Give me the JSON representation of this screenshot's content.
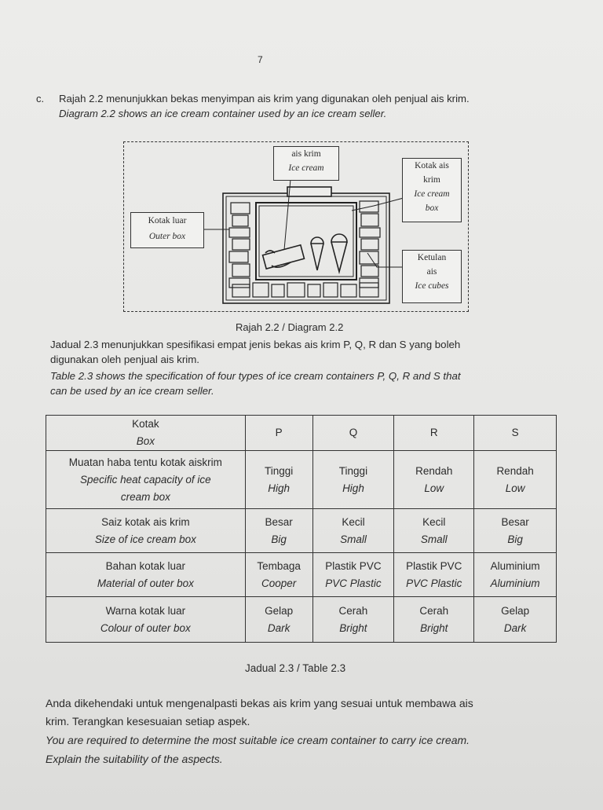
{
  "page_number": "7",
  "question": {
    "label": "c.",
    "line_ms": "Rajah 2.2 menunjukkan bekas menyimpan ais krim yang digunakan oleh penjual ais krim.",
    "line_en": "Diagram 2.2 shows an ice cream container used by an ice cream seller."
  },
  "diagram": {
    "labels": {
      "ice_cream_ms": "ais krim",
      "ice_cream_en": "Ice cream",
      "icecream_box_ms_1": "Kotak ais",
      "icecream_box_ms_2": "krim",
      "icecream_box_en_1": "Ice cream",
      "icecream_box_en_2": "box",
      "outer_box_ms": "Kotak luar",
      "outer_box_en": "Outer box",
      "ice_cubes_ms_1": "Ketulan",
      "ice_cubes_ms_2": "ais",
      "ice_cubes_en": "Ice cubes"
    },
    "caption": "Rajah 2.2 / Diagram 2.2"
  },
  "intro": {
    "ms_1": "Jadual 2.3 menunjukkan spesifikasi empat jenis bekas ais krim P, Q, R dan S yang boleh",
    "ms_2": "digunakan oleh penjual ais krim.",
    "en_1": "Table 2.3 shows the specification of four types of ice cream containers P, Q, R and S that",
    "en_2": "can be used by an ice cream seller."
  },
  "table": {
    "header": {
      "ms": "Kotak",
      "en": "Box",
      "cols": [
        "P",
        "Q",
        "R",
        "S"
      ]
    },
    "rows": [
      {
        "label_ms": "Muatan haba tentu kotak aiskrim",
        "label_en_1": "Specific heat capacity of ice",
        "label_en_2": "cream box",
        "cells": [
          {
            "ms": "Tinggi",
            "en": "High"
          },
          {
            "ms": "Tinggi",
            "en": "High"
          },
          {
            "ms": "Rendah",
            "en": "Low"
          },
          {
            "ms": "Rendah",
            "en": "Low"
          }
        ]
      },
      {
        "label_ms": "Saiz kotak ais krim",
        "label_en": "Size of ice cream box",
        "cells": [
          {
            "ms": "Besar",
            "en": "Big"
          },
          {
            "ms": "Kecil",
            "en": "Small"
          },
          {
            "ms": "Kecil",
            "en": "Small"
          },
          {
            "ms": "Besar",
            "en": "Big"
          }
        ]
      },
      {
        "label_ms": "Bahan kotak luar",
        "label_en": "Material of outer box",
        "cells": [
          {
            "ms": "Tembaga",
            "en": "Cooper"
          },
          {
            "ms": "Plastik PVC",
            "en": "PVC Plastic"
          },
          {
            "ms": "Plastik PVC",
            "en": "PVC Plastic"
          },
          {
            "ms": "Aluminium",
            "en": "Aluminium"
          }
        ]
      },
      {
        "label_ms": "Warna kotak luar",
        "label_en": "Colour of outer box",
        "cells": [
          {
            "ms": "Gelap",
            "en": "Dark"
          },
          {
            "ms": "Cerah",
            "en": "Bright"
          },
          {
            "ms": "Cerah",
            "en": "Bright"
          },
          {
            "ms": "Gelap",
            "en": "Dark"
          }
        ]
      }
    ],
    "caption": "Jadual 2.3 / Table 2.3"
  },
  "task": {
    "ms_1": "Anda dikehendaki untuk mengenalpasti bekas ais krim yang sesuai untuk membawa ais",
    "ms_2": "krim. Terangkan kesesuaian setiap aspek.",
    "en_1": "You are required to determine the most suitable ice cream container to carry ice cream.",
    "en_2": "Explain the suitability of the aspects."
  }
}
